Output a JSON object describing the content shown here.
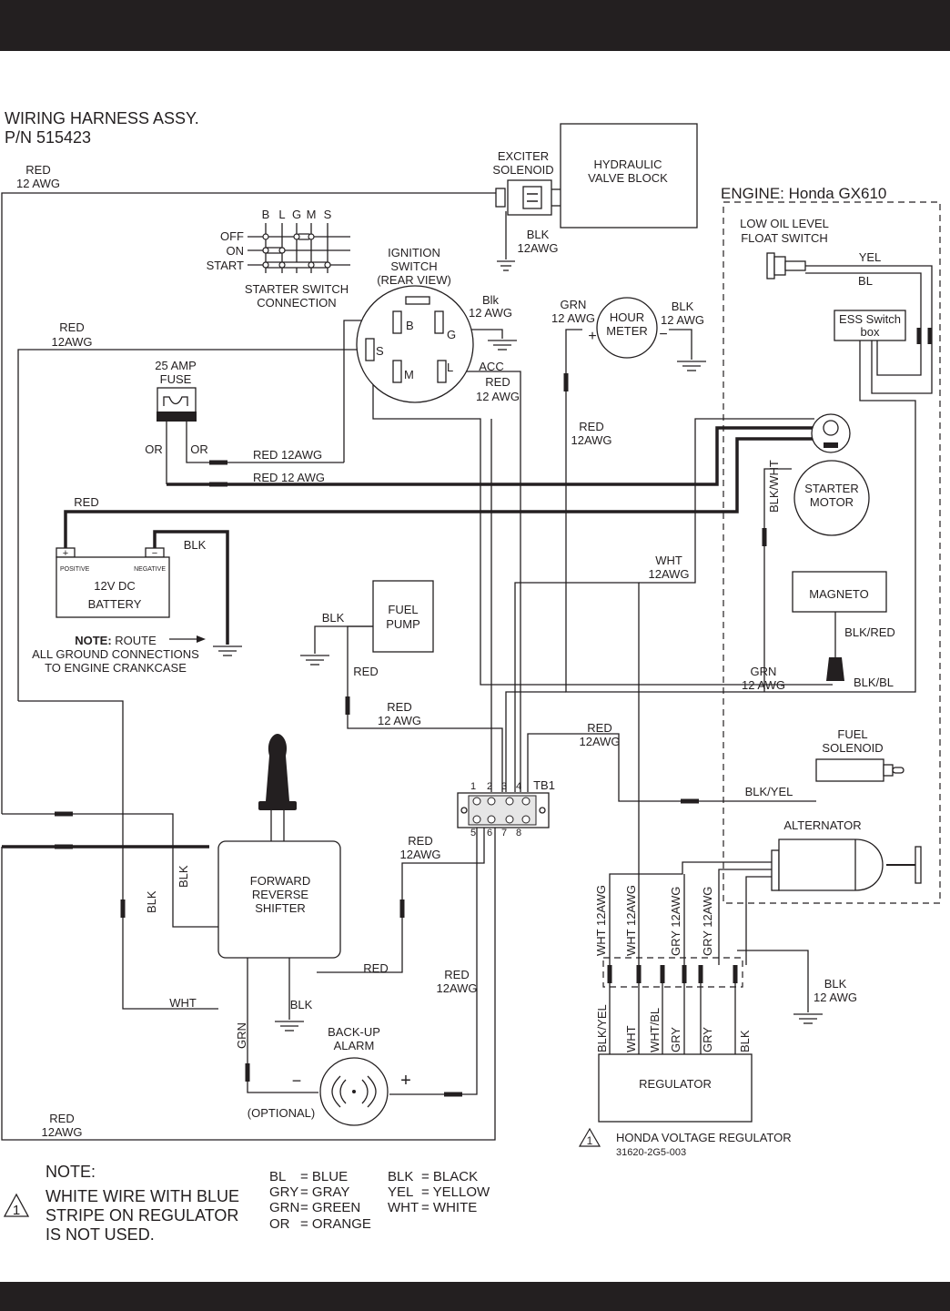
{
  "title_line1": "WIRING HARNESS ASSY.",
  "title_line2": "P/N 515423",
  "engine_label": "ENGINE: Honda GX610",
  "components": {
    "exciter_solenoid": [
      "EXCITER",
      "SOLENOID"
    ],
    "hydraulic_valve_block": [
      "HYDRAULIC",
      "VALVE BLOCK"
    ],
    "ignition_switch": [
      "IGNITION",
      "SWITCH",
      "(REAR VIEW)"
    ],
    "starter_switch_connection": [
      "STARTER SWITCH",
      "CONNECTION"
    ],
    "switch_cols": [
      "B",
      "L",
      "G",
      "M",
      "S"
    ],
    "switch_rows": [
      "OFF",
      "ON",
      "START"
    ],
    "ign_terminals": [
      "B",
      "G",
      "S",
      "M",
      "L"
    ],
    "hour_meter": [
      "HOUR",
      "METER"
    ],
    "fuse": [
      "25 AMP",
      "FUSE"
    ],
    "battery": [
      "12V DC",
      "BATTERY"
    ],
    "battery_positive": "POSITIVE",
    "battery_negative": "NEGATIVE",
    "battery_plus": "+",
    "battery_minus": "−",
    "fuel_pump": [
      "FUEL",
      "PUMP"
    ],
    "low_oil": [
      "LOW OIL LEVEL",
      "FLOAT SWITCH"
    ],
    "ess_box": [
      "ESS Switch",
      "box"
    ],
    "starter_motor": [
      "STARTER",
      "MOTOR"
    ],
    "magneto": "MAGNETO",
    "fuel_solenoid": [
      "FUEL",
      "SOLENOID"
    ],
    "alternator": "ALTERNATOR",
    "tb1": "TB1",
    "tb_top": [
      "1",
      "2",
      "3",
      "4"
    ],
    "tb_bottom": [
      "5",
      "6",
      "7",
      "8"
    ],
    "shifter": [
      "FORWARD",
      "REVERSE",
      "SHIFTER"
    ],
    "backup_alarm": [
      "BACK-UP",
      "ALARM"
    ],
    "optional": "(OPTIONAL)",
    "regulator": "REGULATOR",
    "plus": "+",
    "minus": "−"
  },
  "route_note": {
    "bold": "NOTE:",
    "rest": " ROUTE",
    "line2": "ALL GROUND CONNECTIONS",
    "line3": "TO ENGINE CRANKCASE"
  },
  "wire_labels": {
    "red12_top": [
      "RED",
      "12 AWG"
    ],
    "blk12_exciter": [
      "BLK",
      "12AWG"
    ],
    "blk12_ign": [
      "Blk",
      "12 AWG"
    ],
    "grn12_hm": [
      "GRN",
      "12 AWG"
    ],
    "blk12_hm": [
      "BLK",
      "12 AWG"
    ],
    "red12_left": [
      "RED",
      "12AWG"
    ],
    "acc": "ACC",
    "red12_acc": [
      "RED",
      "12 AWG"
    ],
    "red12_mid": [
      "RED",
      "12AWG"
    ],
    "or_left": "OR",
    "or_right": "OR",
    "red12awg_a": "RED 12AWG",
    "red12awg_b": "RED 12 AWG",
    "red_batt": "RED",
    "blk_batt": "BLK",
    "blk_pump": "BLK",
    "red_pump": "RED",
    "red12_tb": [
      "RED",
      "12 AWG"
    ],
    "red12_tb2": [
      "RED",
      "12AWG"
    ],
    "wht12": [
      "WHT",
      "12AWG"
    ],
    "blk_wht": "BLK/WHT",
    "yel": "YEL",
    "bl": "BL",
    "blk_red": "BLK/RED",
    "grn12_mag": [
      "GRN",
      "12 AWG"
    ],
    "blk_bl": "BLK/BL",
    "blk_yel": "BLK/YEL",
    "red12_shift": [
      "RED",
      "12AWG"
    ],
    "blk_v1": "BLK",
    "blk_v2": "BLK",
    "red_shift": "RED",
    "red12_alarm": [
      "RED",
      "12AWG"
    ],
    "wht_shift": "WHT",
    "blk_shift": "BLK",
    "grn_alarm": "GRN",
    "red12_bottom": [
      "RED",
      "12AWG"
    ],
    "reg_top": [
      "WHT 12AWG",
      "WHT 12AWG",
      "GRY 12AWG",
      "GRY 12AWG"
    ],
    "reg_bottom": [
      "BLK/YEL",
      "WHT",
      "WHT/BL",
      "GRY",
      "GRY",
      "BLK"
    ],
    "blk12_reg": [
      "BLK",
      "12 AWG"
    ]
  },
  "regulator_note": [
    "HONDA VOLTAGE REGULATOR",
    "31620-2G5-003"
  ],
  "note_marker": "1",
  "note": {
    "heading": "NOTE:",
    "lines": [
      "WHITE WIRE WITH BLUE",
      "STRIPE ON REGULATOR",
      "IS NOT USED."
    ]
  },
  "legend": [
    {
      "code": "BL",
      "eq": "= BLUE"
    },
    {
      "code": "GRY",
      "eq": "= GRAY"
    },
    {
      "code": "GRN",
      "eq": "= GREEN"
    },
    {
      "code": "OR",
      "eq": "= ORANGE"
    },
    {
      "code": "BLK",
      "eq": "= BLACK"
    },
    {
      "code": "YEL",
      "eq": "= YELLOW"
    },
    {
      "code": "WHT",
      "eq": "= WHITE"
    }
  ]
}
